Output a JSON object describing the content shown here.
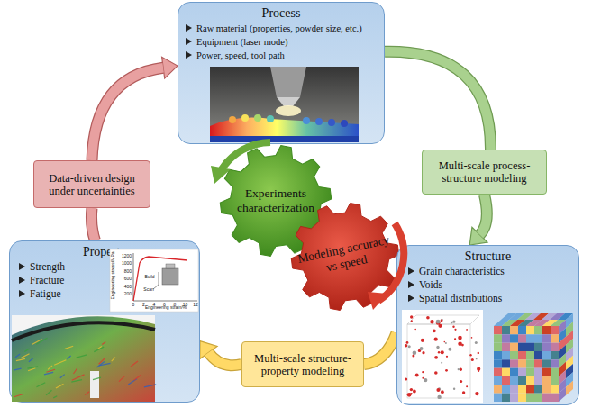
{
  "diagram": {
    "nodes": [
      {
        "text": [
          "Process",
          "Raw material (properties, powder size, etc.)",
          "Equipment (laser mode)",
          "Power, speed, tool path"
        ]
      },
      {
        "text": [
          "Data-driven design under uncertainties"
        ]
      },
      {
        "text": [
          "Experiments characterization"
        ]
      },
      {
        "text": [
          "Modeling accuracy vs speed"
        ]
      },
      {
        "text": [
          "Multi-scale process-structure modeling"
        ]
      },
      {
        "text": [
          "Property",
          "Strength",
          "Fracture",
          "Fatigue"
        ]
      },
      {
        "text": [
          "Structure",
          "Grain characteristics",
          "Voids",
          "Spatial distributions"
        ]
      },
      {
        "text": [
          "Multi-scale structure-property modeling"
        ]
      }
    ],
    "edges": [
      {
        "from": 0,
        "to": 4,
        "arrow": "none"
      },
      {
        "from": 4,
        "to": 6,
        "arrow": "to"
      },
      {
        "from": 6,
        "to": 7,
        "arrow": "none"
      },
      {
        "from": 7,
        "to": 5,
        "arrow": "to"
      },
      {
        "from": 5,
        "to": 1,
        "arrow": "none"
      },
      {
        "from": 1,
        "to": 0,
        "arrow": "to"
      }
    ],
    "labels": [
      "Engineering stress/MPa",
      "Engineering strain/%",
      "Build",
      "Scan",
      "0",
      "2",
      "4",
      "6",
      "8",
      "10",
      "12",
      "200",
      "400",
      "600",
      "800",
      "1000",
      "1200"
    ]
  }
}
